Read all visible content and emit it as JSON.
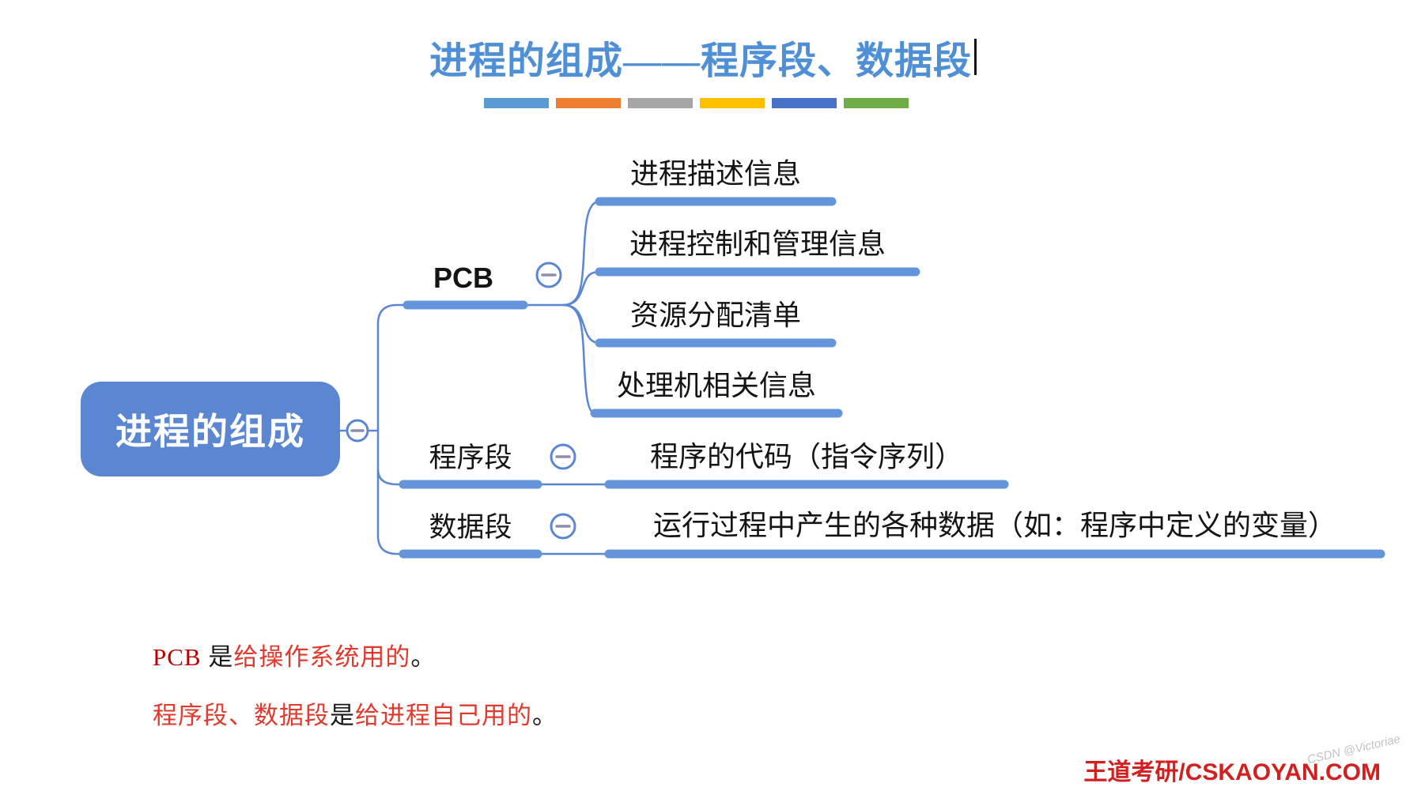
{
  "title": {
    "text": "进程的组成——程序段、数据段"
  },
  "theme_bars": {
    "colors": [
      "#5b9bd5",
      "#ed7d31",
      "#a5a5a5",
      "#ffc000",
      "#4472c4",
      "#70ad47"
    ]
  },
  "mindmap": {
    "root": {
      "label": "进程的组成"
    },
    "branches": [
      {
        "label": "PCB",
        "children": [
          "进程描述信息",
          "进程控制和管理信息",
          "资源分配清单",
          "处理机相关信息"
        ]
      },
      {
        "label": "程序段",
        "children": [
          "程序的代码（指令序列）"
        ]
      },
      {
        "label": "数据段",
        "children": [
          "运行过程中产生的各种数据（如：程序中定义的变量）"
        ]
      }
    ],
    "colors": {
      "node_fill": "#5b86d2",
      "underline": "#6495da",
      "connector": "#5b86d2",
      "minus_glyph": "#8e8eab",
      "label_text": "#141414"
    }
  },
  "notes": [
    {
      "parts": [
        {
          "text": "PCB ",
          "color": "#c00000"
        },
        {
          "text": "是",
          "color": "#1a1a1a"
        },
        {
          "text": "给操作系统用的",
          "color": "#e0392e"
        },
        {
          "text": "。",
          "color": "#1a1a1a"
        }
      ]
    },
    {
      "parts": [
        {
          "text": "程序段、数据段",
          "color": "#e0392e"
        },
        {
          "text": "是",
          "color": "#1a1a1a"
        },
        {
          "text": "给进程自己用的",
          "color": "#e0392e"
        },
        {
          "text": "。",
          "color": "#1a1a1a"
        }
      ]
    }
  ],
  "footer": {
    "brand": "王道考研/CSKAOYAN.COM",
    "watermark": "CSDN @Victoriae"
  }
}
